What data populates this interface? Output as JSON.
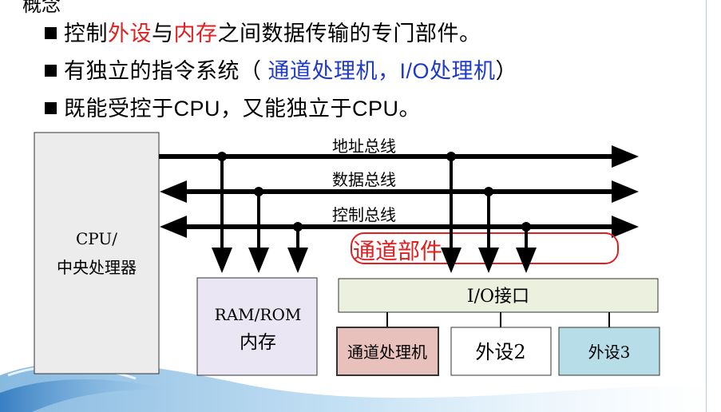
{
  "heading_partial": "概念",
  "bullets": {
    "b1": {
      "p1": "控制",
      "p2": "外设",
      "p3": "与",
      "p4": "内存",
      "p5": "之间数据传输的专门部件。"
    },
    "b2": {
      "p1": "有独立的指令系统（ ",
      "p2": "通道处理机，I/O处理机",
      "p3": "）"
    },
    "b3": {
      "p1": "既能受控于CPU，又能独立于CPU。"
    }
  },
  "diagram": {
    "cpu_label_1": "CPU/",
    "cpu_label_2": "中央处理器",
    "bus_address": "地址总线",
    "bus_data": "数据总线",
    "bus_control": "控制总线",
    "memory_label_1": "RAM/ROM",
    "memory_label_2": "内存",
    "io_interface": "I/O接口",
    "channel_component": "通道部件",
    "channel_processor": "通道处理机",
    "peripheral_2": "外设2",
    "peripheral_3": "外设3"
  },
  "colors": {
    "highlight_red": "#e02020",
    "highlight_blue": "#1f39c8",
    "memory_fill": "#eae6f4",
    "io_fill": "#ebf1de",
    "channel_processor_fill": "#e8c0bc",
    "peripheral3_fill": "#b7dde8"
  }
}
